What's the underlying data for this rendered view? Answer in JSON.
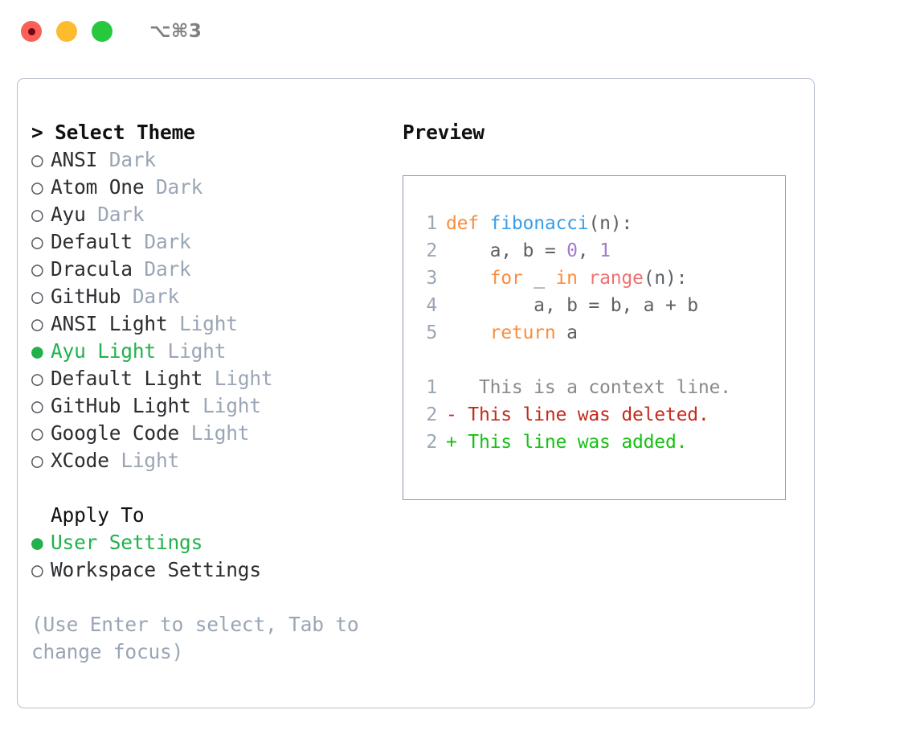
{
  "window": {
    "title": "⌥⌘3",
    "traffic_lights": [
      "close",
      "minimize",
      "maximize"
    ],
    "colors": {
      "close": "#fb5f57",
      "minimize": "#fdbc2e",
      "maximize": "#27c73f",
      "accent_green": "#22b14c",
      "muted": "#9aa5b5",
      "border": "#b7bfcb",
      "preview_border": "#8f9bad"
    }
  },
  "theme_list": {
    "heading": "> Select Theme",
    "items": [
      {
        "bullet": "○",
        "label": "ANSI",
        "tag": "Dark",
        "selected": false
      },
      {
        "bullet": "○",
        "label": "Atom One",
        "tag": "Dark",
        "selected": false
      },
      {
        "bullet": "○",
        "label": "Ayu",
        "tag": "Dark",
        "selected": false
      },
      {
        "bullet": "○",
        "label": "Default",
        "tag": "Dark",
        "selected": false
      },
      {
        "bullet": "○",
        "label": "Dracula",
        "tag": "Dark",
        "selected": false
      },
      {
        "bullet": "○",
        "label": "GitHub",
        "tag": "Dark",
        "selected": false
      },
      {
        "bullet": "○",
        "label": "ANSI Light",
        "tag": "Light",
        "selected": false
      },
      {
        "bullet": "●",
        "label": "Ayu Light",
        "tag": "Light",
        "selected": true
      },
      {
        "bullet": "○",
        "label": "Default Light",
        "tag": "Light",
        "selected": false
      },
      {
        "bullet": "○",
        "label": "GitHub Light",
        "tag": "Light",
        "selected": false
      },
      {
        "bullet": "○",
        "label": "Google Code",
        "tag": "Light",
        "selected": false
      },
      {
        "bullet": "○",
        "label": "XCode",
        "tag": "Light",
        "selected": false
      }
    ]
  },
  "apply_to": {
    "heading": "Apply To",
    "items": [
      {
        "bullet": "●",
        "label": "User Settings",
        "selected": true
      },
      {
        "bullet": "○",
        "label": "Workspace Settings",
        "selected": false
      }
    ]
  },
  "hint": "(Use Enter to select, Tab to change focus)",
  "preview": {
    "title": "Preview",
    "code_lines": [
      {
        "lineno": "1",
        "tokens": [
          {
            "t": "def",
            "c": "kw"
          },
          {
            "t": " ",
            "c": "plain"
          },
          {
            "t": "fibonacci",
            "c": "fn"
          },
          {
            "t": "(n):",
            "c": "plain"
          }
        ]
      },
      {
        "lineno": "2",
        "tokens": [
          {
            "t": "    a, b = ",
            "c": "plain"
          },
          {
            "t": "0",
            "c": "num"
          },
          {
            "t": ", ",
            "c": "plain"
          },
          {
            "t": "1",
            "c": "num"
          }
        ]
      },
      {
        "lineno": "3",
        "tokens": [
          {
            "t": "    ",
            "c": "plain"
          },
          {
            "t": "for",
            "c": "kw"
          },
          {
            "t": " _ ",
            "c": "plain"
          },
          {
            "t": "in",
            "c": "kw"
          },
          {
            "t": " ",
            "c": "plain"
          },
          {
            "t": "range",
            "c": "call"
          },
          {
            "t": "(n):",
            "c": "plain"
          }
        ]
      },
      {
        "lineno": "4",
        "tokens": [
          {
            "t": "        a, b = b, a + b",
            "c": "plain"
          }
        ]
      },
      {
        "lineno": "5",
        "tokens": [
          {
            "t": "    ",
            "c": "plain"
          },
          {
            "t": "return",
            "c": "kw"
          },
          {
            "t": " a",
            "c": "plain"
          }
        ]
      }
    ],
    "diff_lines": [
      {
        "lineno": "1",
        "marker": " ",
        "text": "  This is a context line.",
        "kind": "ctx"
      },
      {
        "lineno": "2",
        "marker": "-",
        "text": " This line was deleted.",
        "kind": "del"
      },
      {
        "lineno": "2",
        "marker": "+",
        "text": " This line was added.",
        "kind": "add"
      }
    ],
    "syntax_colors": {
      "keyword": "#fa8d3e",
      "function": "#399ee6",
      "number": "#a37acc",
      "call": "#f07171",
      "plain": "#5c6166",
      "lineno": "#9aa5b5",
      "diff_context": "#8a8a8a",
      "diff_deleted": "#c42b1c",
      "diff_added": "#15c112"
    }
  }
}
